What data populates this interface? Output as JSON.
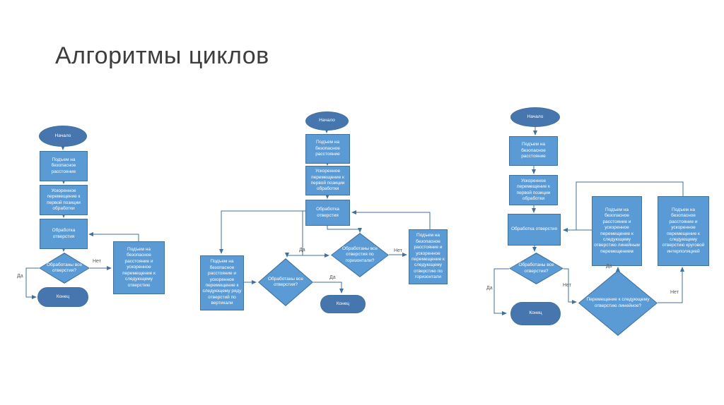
{
  "slide": {
    "title": "Алгоритмы циклов"
  },
  "colors": {
    "shape_fill": "#5B9BD5",
    "shape_border": "#41719C",
    "oval_fill": "#4776AE",
    "connector": "#41719C",
    "title_color": "#3d3d3d",
    "background": "#ffffff"
  },
  "charts": [
    {
      "id": "single-row-cycle",
      "nodes": {
        "start": "Начало",
        "lift": "Подъем на безопасное расстояние",
        "rapid": "Ускоренное перемещение к первой позиции обработки",
        "process": "Обработка отверстия",
        "check_all": "Обработаны все отверстия?",
        "next_hole": "Подъем на безопасное расстояние и ускоренное перемещение к следующему отверстию",
        "end": "Конец"
      },
      "labels": {
        "yes": "Да",
        "no": "Нет"
      }
    },
    {
      "id": "grid-cycle",
      "nodes": {
        "start": "Начало",
        "lift": "Подъем на безопасное расстояние",
        "rapid": "Ускоренное перемещение к первой позиции обработки",
        "process": "Обработка отверстия",
        "check_row": "Обработаны все отверстия по горизонтали?",
        "next_horizontal": "Подъем на безопасное расстояние и ускоренное перемещение к следующему отверстию по горизонтали",
        "next_vertical": "Подъем на безопасное расстояние и ускоренное перемещение к следующему ряду отверстий по вертикали",
        "check_all": "Обработаны все отверстия?",
        "end": "Конец"
      },
      "labels": {
        "yes": "Да",
        "no": "Нет"
      }
    },
    {
      "id": "linear-or-circular-cycle",
      "nodes": {
        "start": "Начало",
        "lift": "Подъем на безопасное расстояние",
        "rapid": "Ускоренное перемещение к первой позиции обработки",
        "process": "Обработка отверстия",
        "check_all": "Обработаны все отверстия?",
        "check_linear": "Перемещение к следующему отверстию линейное?",
        "next_linear": "Подъем на безопасное расстояние и ускоренное перемещение к следующему отверстию линейным перемещением",
        "next_circular": "Подъем на безопасное расстояние и ускоренное перемещение к следующему отверстию круговой интерполяцией",
        "end": "Конец"
      },
      "labels": {
        "yes": "Да",
        "no": "Нет"
      }
    }
  ]
}
